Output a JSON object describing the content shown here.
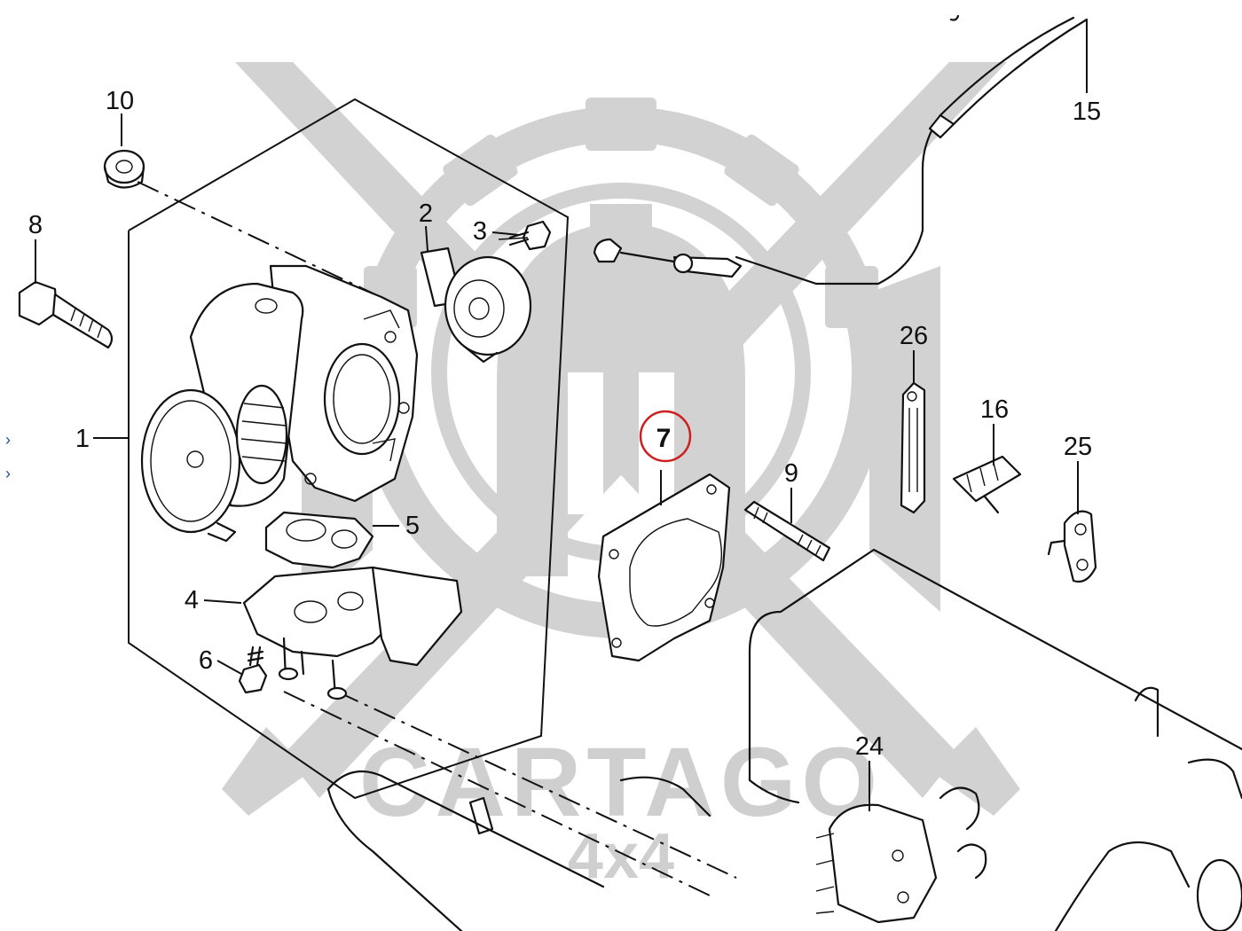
{
  "watermark": {
    "brand": "CARTAGO",
    "sub": "4x4",
    "color": "#d2d2d2"
  },
  "highlight": {
    "part": "7",
    "ring_color": "#cc2020"
  },
  "callouts": [
    {
      "id": "1",
      "text": "1"
    },
    {
      "id": "2",
      "text": "2"
    },
    {
      "id": "3",
      "text": "3"
    },
    {
      "id": "4",
      "text": "4"
    },
    {
      "id": "5",
      "text": "5"
    },
    {
      "id": "6",
      "text": "6"
    },
    {
      "id": "7",
      "text": "7"
    },
    {
      "id": "8",
      "text": "8"
    },
    {
      "id": "9",
      "text": "9"
    },
    {
      "id": "10",
      "text": "10"
    },
    {
      "id": "15",
      "text": "15"
    },
    {
      "id": "16",
      "text": "16"
    },
    {
      "id": "24",
      "text": "24"
    },
    {
      "id": "25",
      "text": "25"
    },
    {
      "id": "26",
      "text": "26"
    }
  ],
  "edge_markers": {
    "glyph": "›",
    "color": "#1f4fa0"
  }
}
